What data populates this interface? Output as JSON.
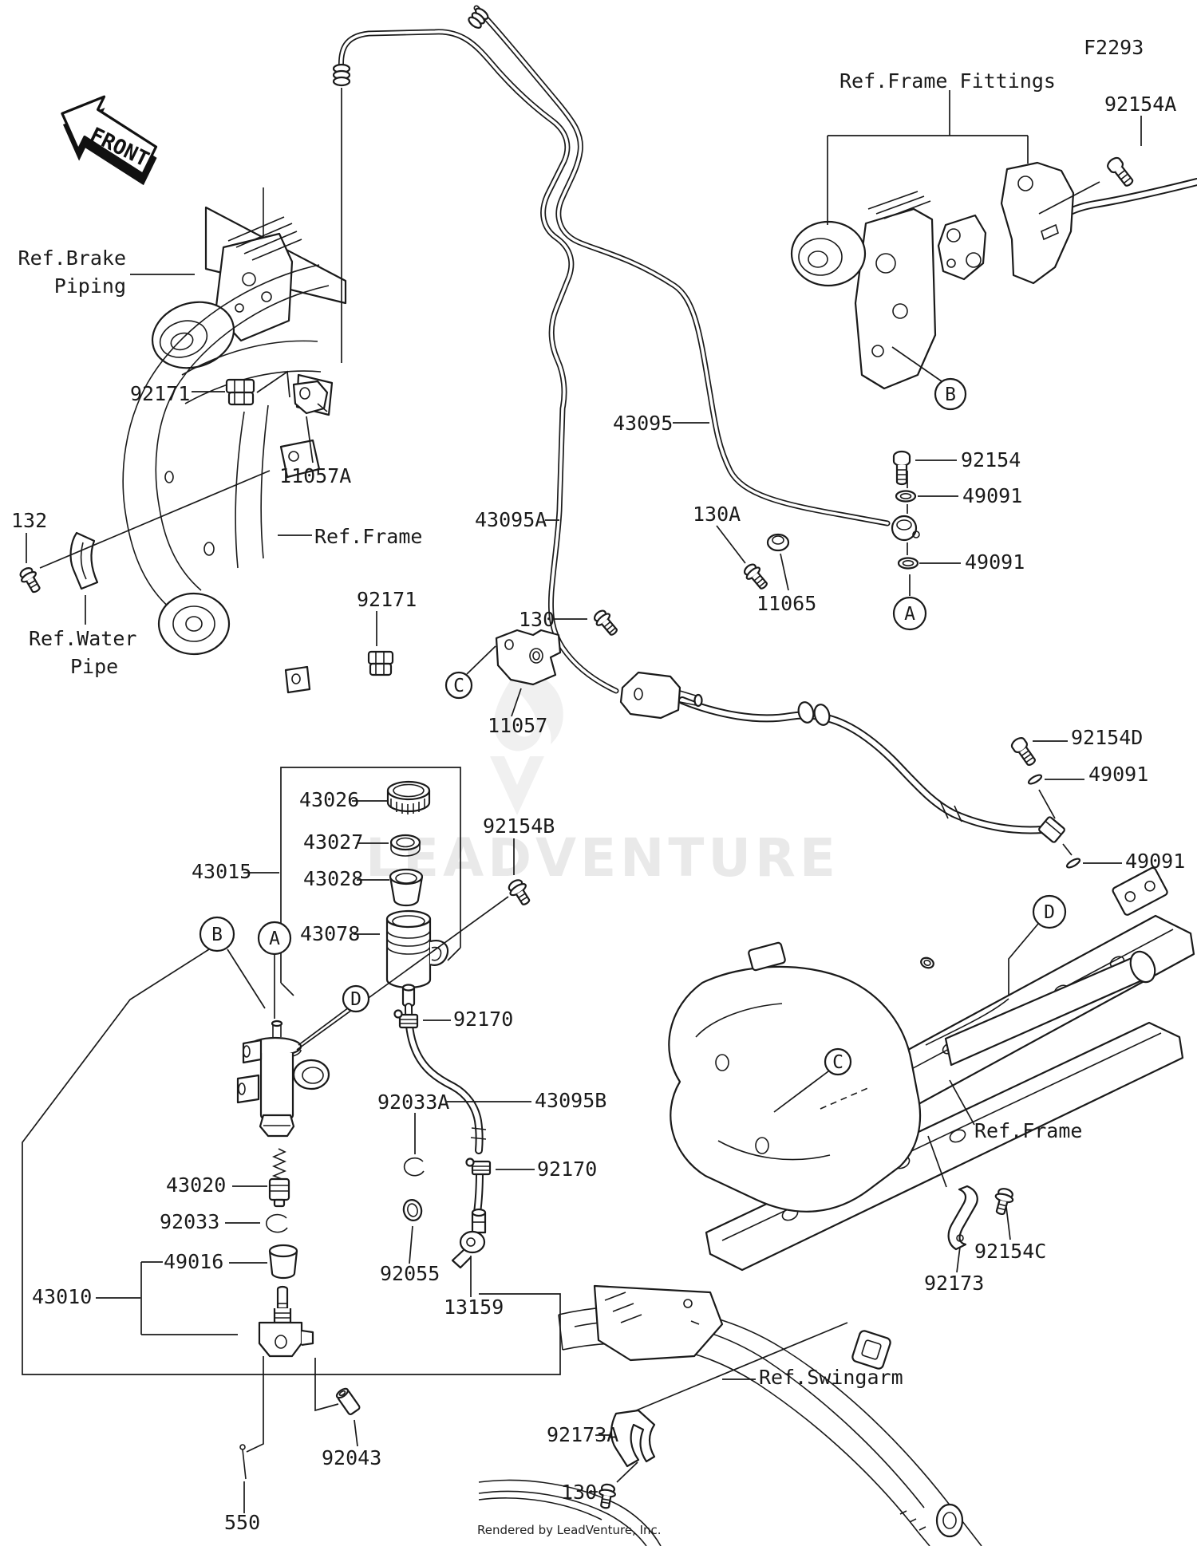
{
  "meta": {
    "diagram_code": "F2293",
    "front_label": "FRONT",
    "watermark": "LEADVENTURE",
    "footer": "Rendered by LeadVenture, Inc."
  },
  "colors": {
    "line": "#1a1a1a",
    "watermark": "#e9e9e9",
    "background": "#ffffff"
  },
  "labels": {
    "ref_frame_fittings": "Ref.Frame Fittings",
    "p92154A": "92154A",
    "ref_brake_line1": "Ref.Brake",
    "ref_brake_line2": "Piping",
    "p92171_top": "92171",
    "p11057A": "11057A",
    "p132": "132",
    "ref_frame_left": "Ref.Frame",
    "ref_water_line1": "Ref.Water",
    "ref_water_line2": "Pipe",
    "p92171_low": "92171",
    "p43095": "43095",
    "p43095A": "43095A",
    "p130A": "130A",
    "p11065": "11065",
    "p130_mid": "130",
    "p11057": "11057",
    "p92154": "92154",
    "p49091_a": "49091",
    "p49091_b": "49091",
    "p92154D": "92154D",
    "p49091_c": "49091",
    "p49091_d": "49091",
    "p43026": "43026",
    "p43027": "43027",
    "p43028": "43028",
    "p43015": "43015",
    "p43078": "43078",
    "p92154B": "92154B",
    "p92170_top": "92170",
    "p92033A": "92033A",
    "p43095B": "43095B",
    "p92170_low": "92170",
    "p43020": "43020",
    "p92033": "92033",
    "p49016": "49016",
    "p43010": "43010",
    "p92055": "92055",
    "p13159": "13159",
    "p550": "550",
    "p92043": "92043",
    "ref_frame_right": "Ref.Frame",
    "p92154C": "92154C",
    "p92173": "92173",
    "ref_swingarm": "Ref.Swingarm",
    "p92173A": "92173A",
    "p130_bottom": "130"
  },
  "balloons": {
    "a_left": "A",
    "b_left": "B",
    "c_left": "C",
    "d_mid": "D",
    "a_right": "A",
    "b_right": "B",
    "c_right": "C",
    "d_right": "D"
  }
}
